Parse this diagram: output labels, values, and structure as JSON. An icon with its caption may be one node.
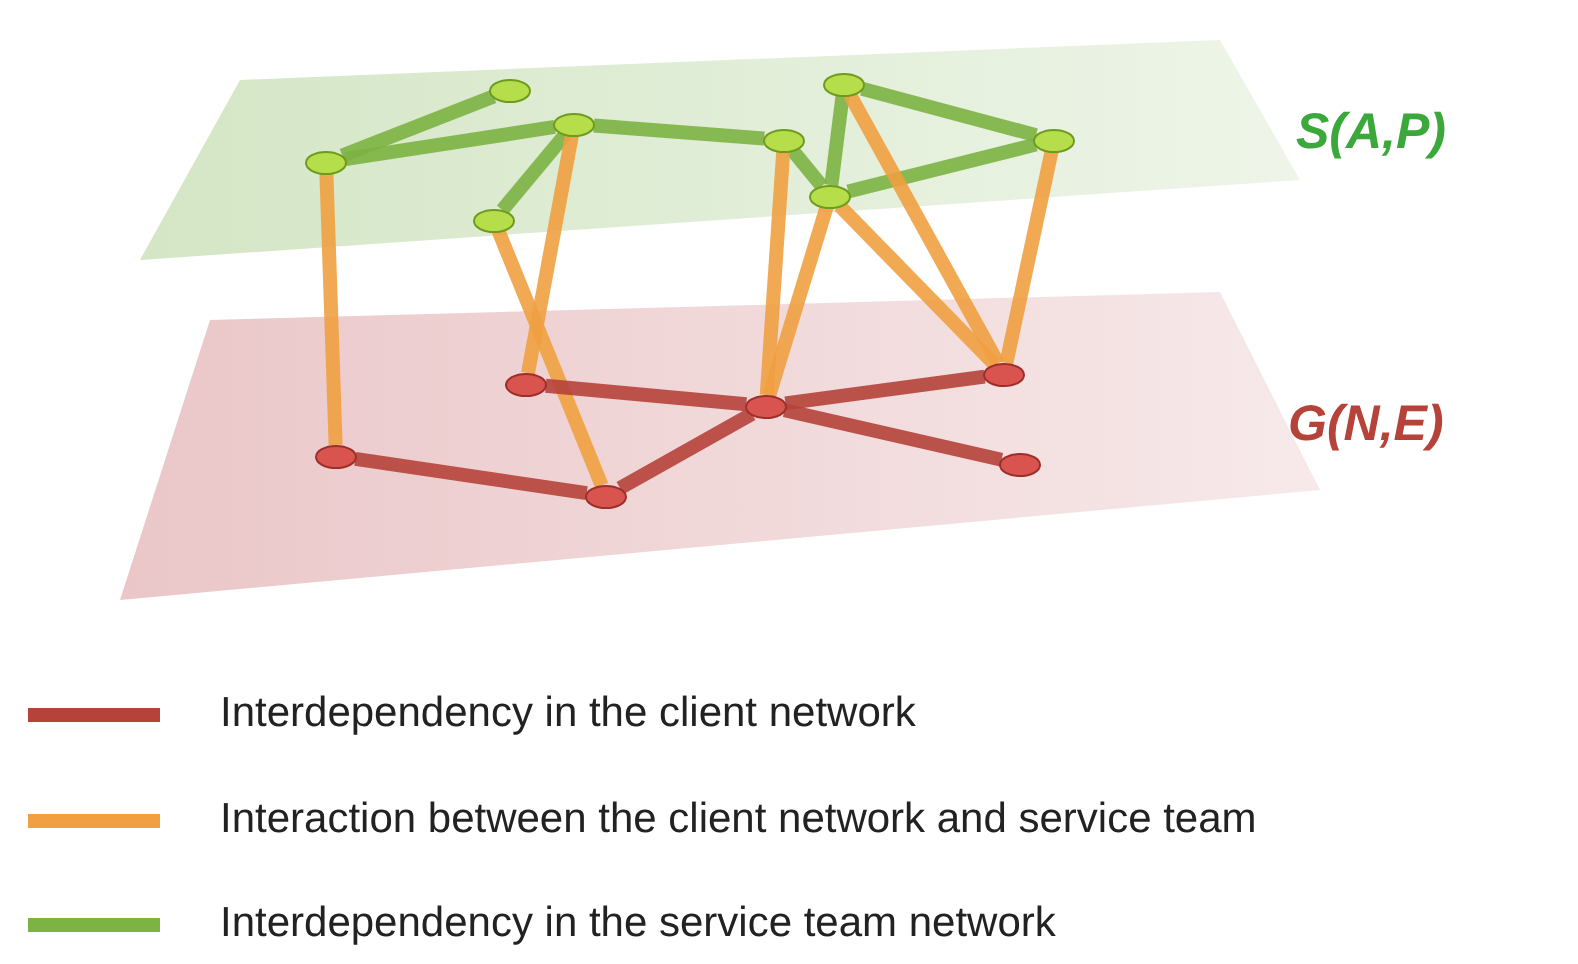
{
  "diagram": {
    "nodes": [
      {
        "text": [
          "S(A,P)"
        ]
      },
      {
        "text": [],
        "shape": "circle",
        "in": 0
      },
      {
        "text": [],
        "shape": "circle",
        "in": 0
      },
      {
        "text": [],
        "shape": "circle",
        "in": 0
      },
      {
        "text": [],
        "shape": "circle",
        "in": 0
      },
      {
        "text": [],
        "shape": "circle",
        "in": 0
      },
      {
        "text": [],
        "shape": "circle",
        "in": 0
      },
      {
        "text": [],
        "shape": "circle",
        "in": 0
      },
      {
        "text": [],
        "shape": "circle",
        "in": 0
      },
      {
        "text": [
          "G(N,E)"
        ]
      },
      {
        "text": [],
        "shape": "circle",
        "in": 9
      },
      {
        "text": [],
        "shape": "circle",
        "in": 9
      },
      {
        "text": [],
        "shape": "circle",
        "in": 9
      },
      {
        "text": [],
        "shape": "circle",
        "in": 9
      },
      {
        "text": [],
        "shape": "circle",
        "in": 9
      },
      {
        "text": [],
        "shape": "circle",
        "in": 9
      }
    ],
    "edges": [
      {
        "from": 1,
        "to": 2,
        "arrow": "none",
        "color": "#7cb342"
      },
      {
        "from": 1,
        "to": 3,
        "arrow": "none",
        "color": "#7cb342"
      },
      {
        "from": 3,
        "to": 4,
        "arrow": "none",
        "color": "#7cb342"
      },
      {
        "from": 3,
        "to": 5,
        "arrow": "none",
        "color": "#7cb342"
      },
      {
        "from": 5,
        "to": 7,
        "arrow": "none",
        "color": "#7cb342"
      },
      {
        "from": 6,
        "to": 7,
        "arrow": "none",
        "color": "#7cb342"
      },
      {
        "from": 6,
        "to": 8,
        "arrow": "none",
        "color": "#7cb342"
      },
      {
        "from": 7,
        "to": 8,
        "arrow": "none",
        "color": "#7cb342"
      },
      {
        "from": 1,
        "to": 10,
        "arrow": "none",
        "color": "#f0a040"
      },
      {
        "from": 3,
        "to": 11,
        "arrow": "none",
        "color": "#f0a040"
      },
      {
        "from": 4,
        "to": 12,
        "arrow": "none",
        "color": "#f0a040"
      },
      {
        "from": 5,
        "to": 13,
        "arrow": "none",
        "color": "#f0a040"
      },
      {
        "from": 7,
        "to": 13,
        "arrow": "none",
        "color": "#f0a040"
      },
      {
        "from": 7,
        "to": 14,
        "arrow": "none",
        "color": "#f0a040"
      },
      {
        "from": 6,
        "to": 14,
        "arrow": "none",
        "color": "#f0a040"
      },
      {
        "from": 8,
        "to": 14,
        "arrow": "none",
        "color": "#f0a040"
      },
      {
        "from": 10,
        "to": 12,
        "arrow": "none",
        "color": "#b5433a"
      },
      {
        "from": 11,
        "to": 13,
        "arrow": "none",
        "color": "#b5433a"
      },
      {
        "from": 12,
        "to": 13,
        "arrow": "none",
        "color": "#b5433a"
      },
      {
        "from": 13,
        "to": 14,
        "arrow": "none",
        "color": "#b5433a"
      },
      {
        "from": 13,
        "to": 15,
        "arrow": "none",
        "color": "#b5433a"
      }
    ],
    "legend": [
      {
        "text": "Interdependency in the client network"
      },
      {
        "text": "Interaction between the client network and service team"
      },
      {
        "text": "Interdependency in the service team network"
      }
    ]
  }
}
